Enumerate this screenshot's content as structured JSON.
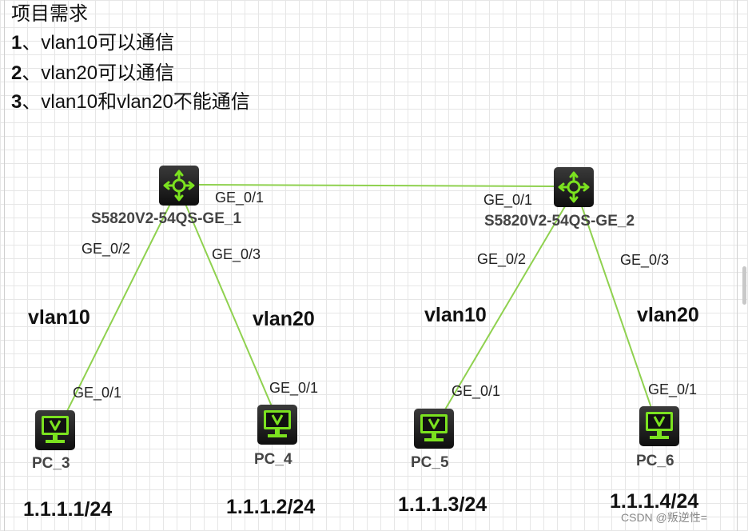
{
  "requirements": {
    "title": "项目需求",
    "line1_num": "1",
    "line1_text": "、vlan10可以通信",
    "line2_num": "2",
    "line2_text": "、vlan20可以通信",
    "line3_num": "3",
    "line3_text": "、vlan10和vlan20不能通信"
  },
  "switches": [
    {
      "name": "S5820V2-54QS-GE_1",
      "uplink_port": "GE_0/1",
      "port_a": "GE_0/2",
      "port_b": "GE_0/3"
    },
    {
      "name": "S5820V2-54QS-GE_2",
      "uplink_port": "GE_0/1",
      "port_a": "GE_0/2",
      "port_b": "GE_0/3"
    }
  ],
  "pcs": [
    {
      "name": "PC_3",
      "port": "GE_0/1",
      "ip": "1.1.1.1/24",
      "vlan": "vlan10"
    },
    {
      "name": "PC_4",
      "port": "GE_0/1",
      "ip": "1.1.1.2/24",
      "vlan": "vlan20"
    },
    {
      "name": "PC_5",
      "port": "GE_0/1",
      "ip": "1.1.1.3/24",
      "vlan": "vlan10"
    },
    {
      "name": "PC_6",
      "port": "GE_0/1",
      "ip": "1.1.1.4/24",
      "vlan": "vlan20"
    }
  ],
  "watermark": "CSDN @叛逆性=",
  "colors": {
    "link": "#8fd14f",
    "device_bg": "#1c1c1c",
    "device_accent": "#7be21f"
  }
}
